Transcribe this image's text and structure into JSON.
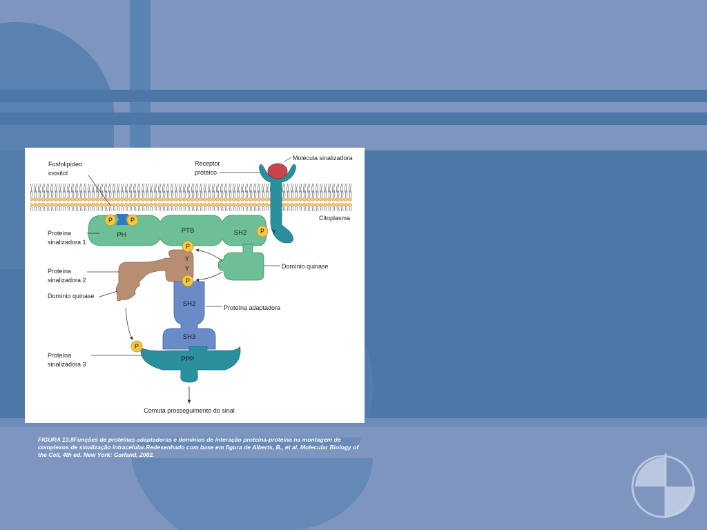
{
  "figure": {
    "labels": {
      "fosfolipideo_line1": "Fosfolipídeo",
      "fosfolipideo_line2": "inositol",
      "receptor_line1": "Receptor",
      "receptor_line2": "proteico",
      "molecula": "Molécula sinalizadora",
      "citoplasma": "Citoplasma",
      "proteina1_line1": "Proteína",
      "proteina1_line2": "sinalizadora 1",
      "proteina2_line1": "Proteína",
      "proteina2_line2": "sinalizadora 2",
      "dominio_quinase_left": "Domínio quinase",
      "dominio_quinase_right": "Domínio quinase",
      "proteina_adaptadora": "Proteína adaptadora",
      "proteina3_line1": "Proteína",
      "proteina3_line2": "sinalizadora 3",
      "comuta": "Comuta prosseguimento do sinal"
    },
    "domains": {
      "ph": "PH",
      "ptb": "PTB",
      "sh2_green": "SH2",
      "sh2_blue": "SH2",
      "sh3": "SH3",
      "ppp": "PPP"
    },
    "phospho": {
      "p": "P",
      "y": "Y"
    }
  },
  "caption": "FIGURA 13.8Funções de proteínas adaptadoras e domínios de interação proteína-proteína na montagem de complexos de sinalização intracelular.Redesenhado com base em figura de Alberts, B., et al. Molecular Biology of the Cell, 4th ed. New York: Garland, 2002.",
  "colors": {
    "background": "#7d95bf",
    "dark_band": "#4d77a7",
    "green_protein": "#6dbf95",
    "teal_protein": "#2b8f9e",
    "tan_protein": "#b88e72",
    "blue_adapter": "#6a8ac8",
    "phosphate": "#f6c64b",
    "signal_molecule": "#c8464b"
  }
}
